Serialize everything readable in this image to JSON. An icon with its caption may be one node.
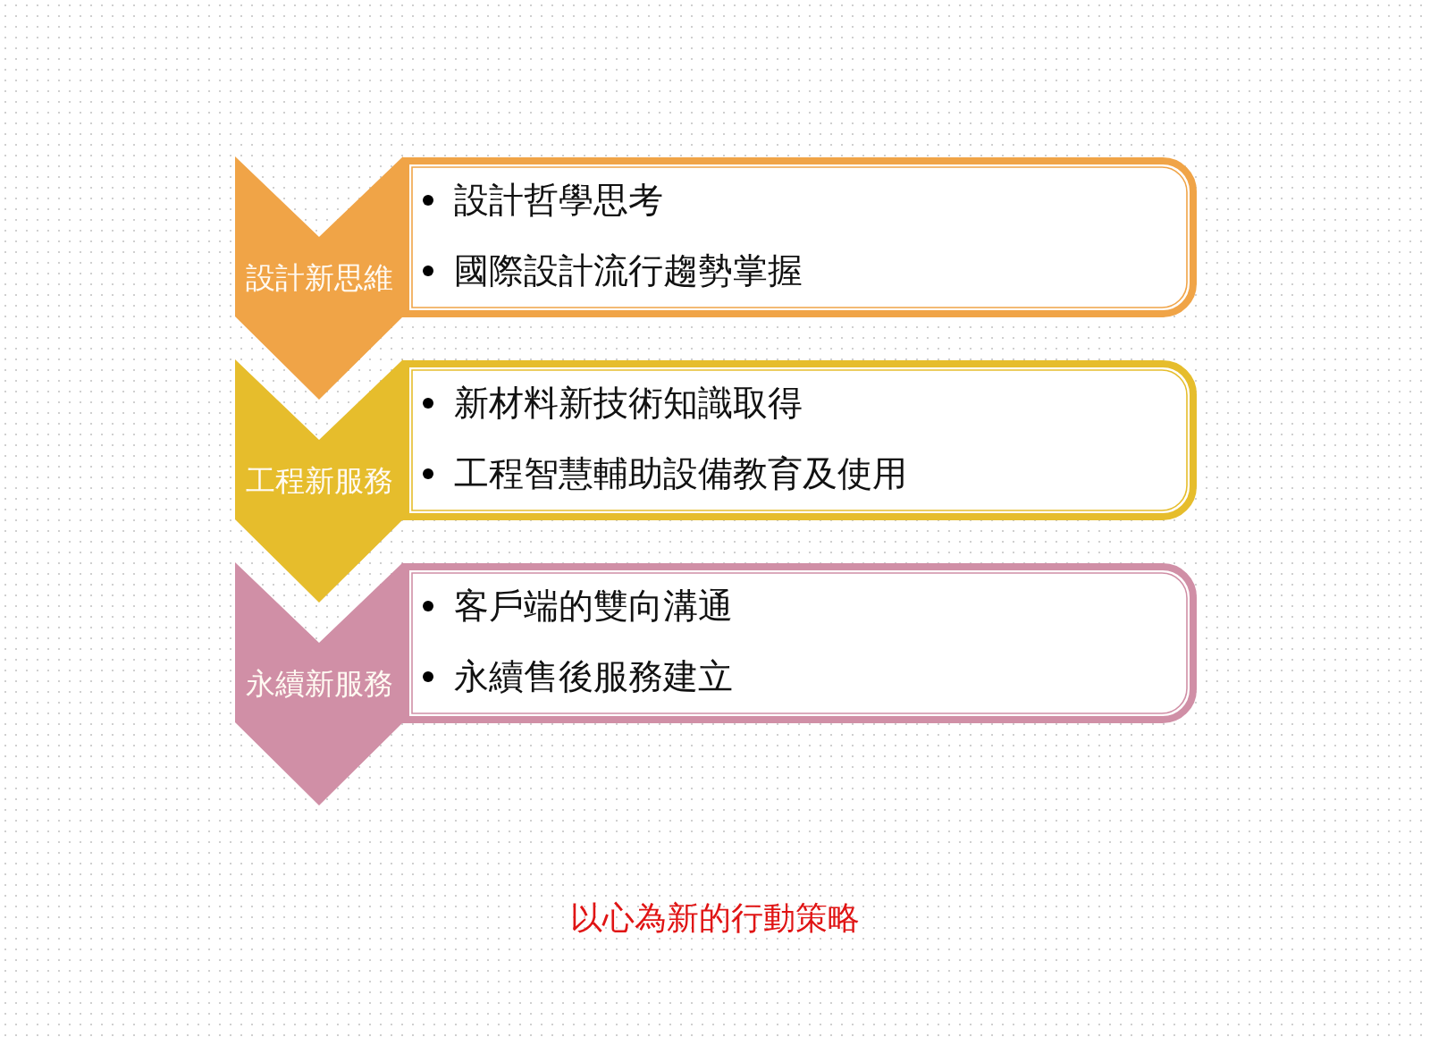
{
  "diagram": {
    "caption": "以心為新的行動策略",
    "nodes": [
      {
        "text": [
          "設計新思維"
        ]
      },
      {
        "text": [
          "設計哲學思考",
          "國際設計流行趨勢掌握"
        ]
      },
      {
        "text": [
          "工程新服務"
        ]
      },
      {
        "text": [
          "新材料新技術知識取得",
          "工程智慧輔助設備教育及使用"
        ]
      },
      {
        "text": [
          "永續新服務"
        ]
      },
      {
        "text": [
          "客戶端的雙向溝通",
          "永續售後服務建立"
        ]
      }
    ]
  }
}
